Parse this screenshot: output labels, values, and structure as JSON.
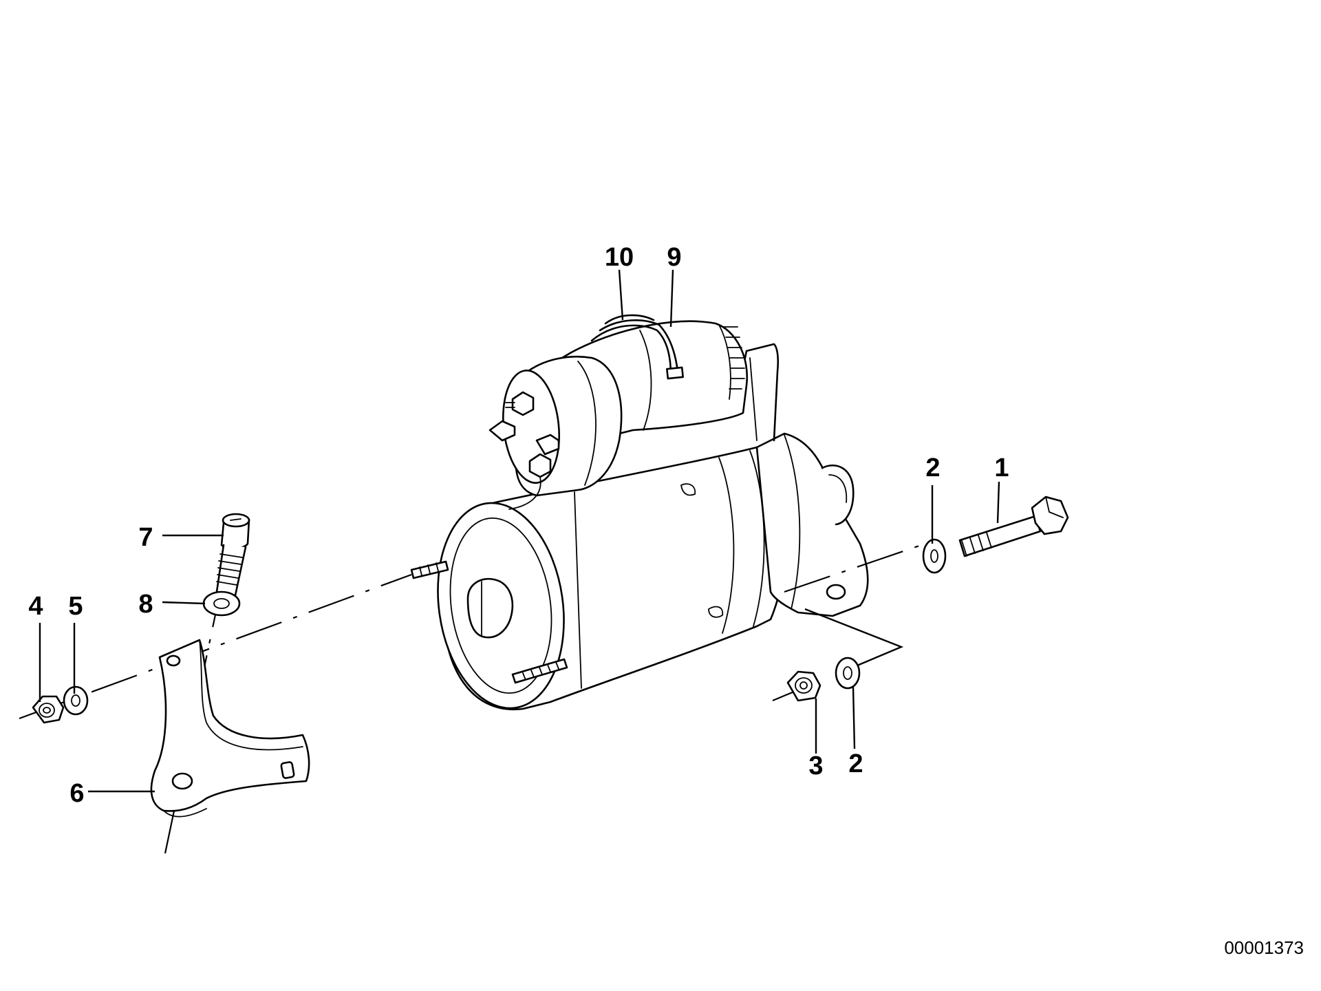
{
  "diagram": {
    "drawing_number": "00001373",
    "callouts": [
      "1",
      "2",
      "2",
      "3",
      "4",
      "5",
      "6",
      "7",
      "8",
      "9",
      "10"
    ]
  }
}
